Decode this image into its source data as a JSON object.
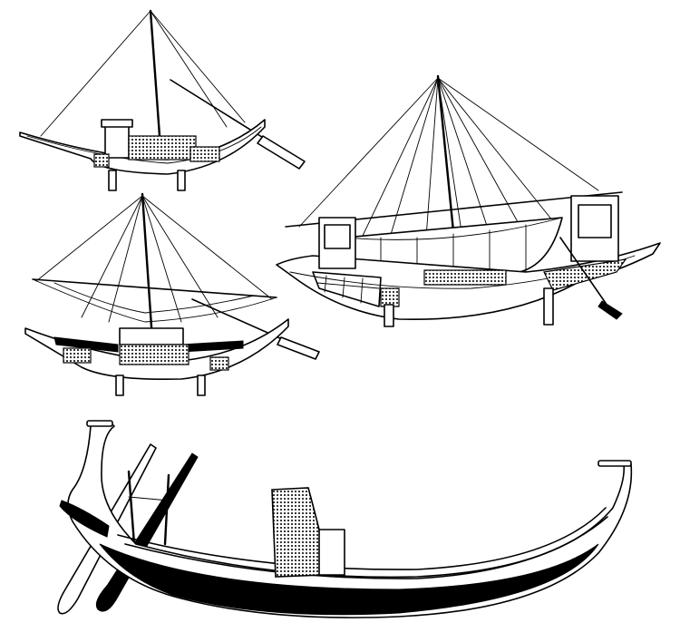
{
  "colors": {
    "ink": "#000000",
    "paper": "#ffffff"
  },
  "figures": [
    {
      "id": "boat-top-left",
      "icon": "sailboat-icon"
    },
    {
      "id": "boat-middle-left",
      "icon": "sailboat-icon"
    },
    {
      "id": "boat-right",
      "icon": "sailboat-icon"
    },
    {
      "id": "boat-bottom",
      "icon": "papyrus-boat-icon"
    }
  ]
}
